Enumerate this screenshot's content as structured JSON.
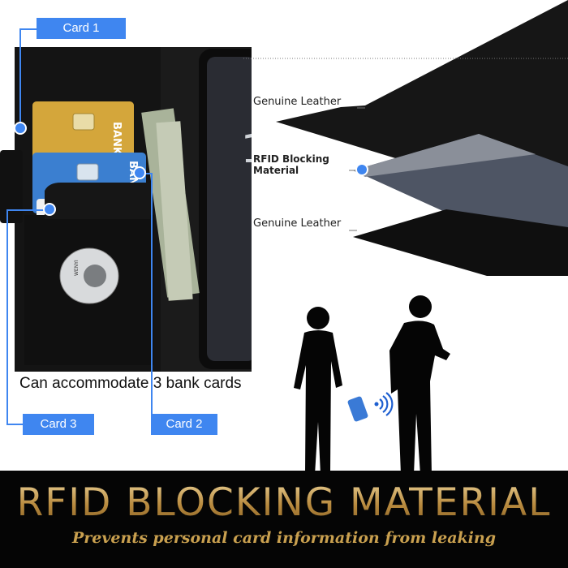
{
  "callouts": {
    "card1": "Card 1",
    "card2": "Card 2",
    "card3": "Card 3"
  },
  "caption": "Can accommodate 3 bank cards",
  "layers": {
    "top": "Genuine Leather",
    "middle_line1": "RFID Blocking",
    "middle_line2": "Material",
    "bottom": "Genuine Leather"
  },
  "cards": {
    "bank_text": "BANK",
    "logo_text": "WENYI"
  },
  "banner": {
    "title": "RFID BLOCKING MATERIAL",
    "subtitle": "Prevents personal card information from leaking"
  },
  "colors": {
    "callout_blue": "#3f86f0",
    "gold": "#c9a04f"
  }
}
